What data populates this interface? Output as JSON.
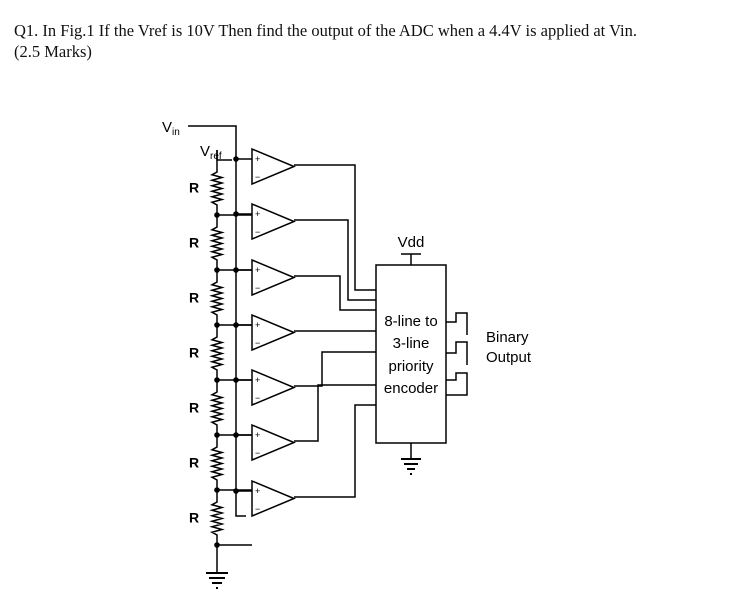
{
  "question": {
    "line1": "Q1. In Fig.1 If the Vref is 10V Then find the output of the ADC when a 4.4V is applied at Vin.",
    "line2": "(2.5 Marks)"
  },
  "circuit": {
    "vin_label": "V",
    "vin_sub": "in",
    "vref_label": "V",
    "vref_sub": "ref",
    "resistor_label": "R",
    "plus_sign": "+",
    "minus_sign": "−",
    "vdd_label": "Vdd",
    "encoder_lines": [
      "8-line to",
      "3-line",
      "priority",
      "encoder"
    ],
    "output_lines": [
      "Binary",
      "Output"
    ]
  }
}
